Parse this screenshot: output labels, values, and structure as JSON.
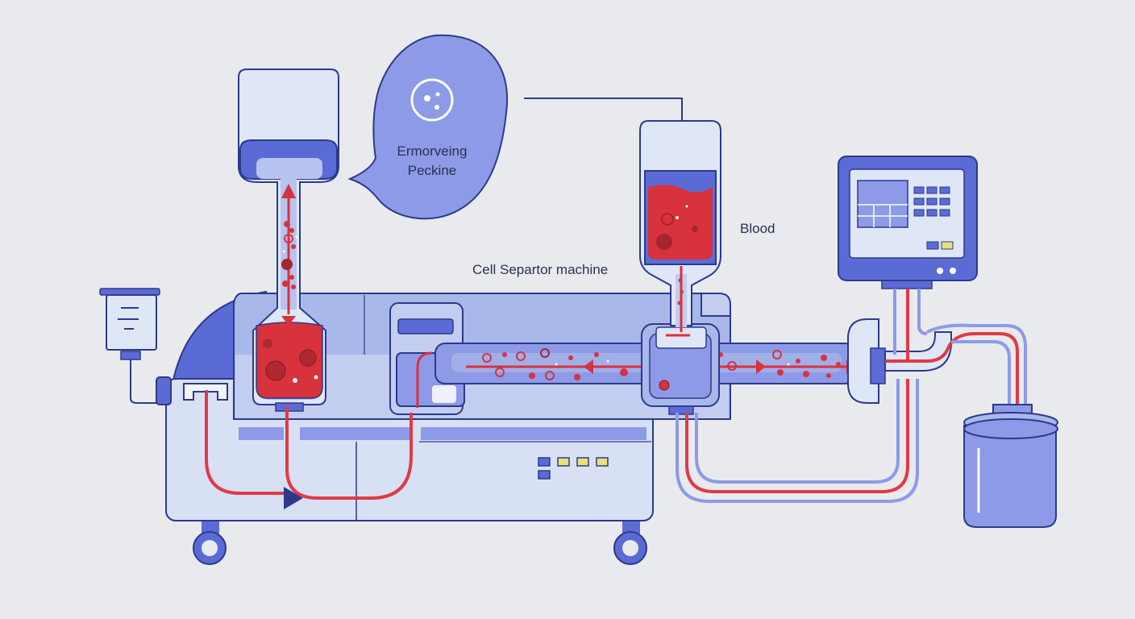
{
  "labels": {
    "bubble_line1": "Ermorveing",
    "bubble_line2": "Peckine",
    "blood": "Blood",
    "machine": "Cell Separtor machine"
  },
  "colors": {
    "background": "#e9eaee",
    "machine_body": "#d8e0f4",
    "machine_panel": "#a9b8ea",
    "accent_blue": "#5b6bd6",
    "outline": "#2c3a8a",
    "blood_red": "#d8323c",
    "tube_red": "#e03a45",
    "tube_blue": "#8d9ae8",
    "container_light": "#dfe6f6",
    "indicator_yellow": "#e8e27a"
  },
  "icons": {
    "bubble_icon": "cell-icon",
    "iv_bag": "iv-bag-icon",
    "waste": "collection-container-icon",
    "monitor": "monitor-icon"
  }
}
